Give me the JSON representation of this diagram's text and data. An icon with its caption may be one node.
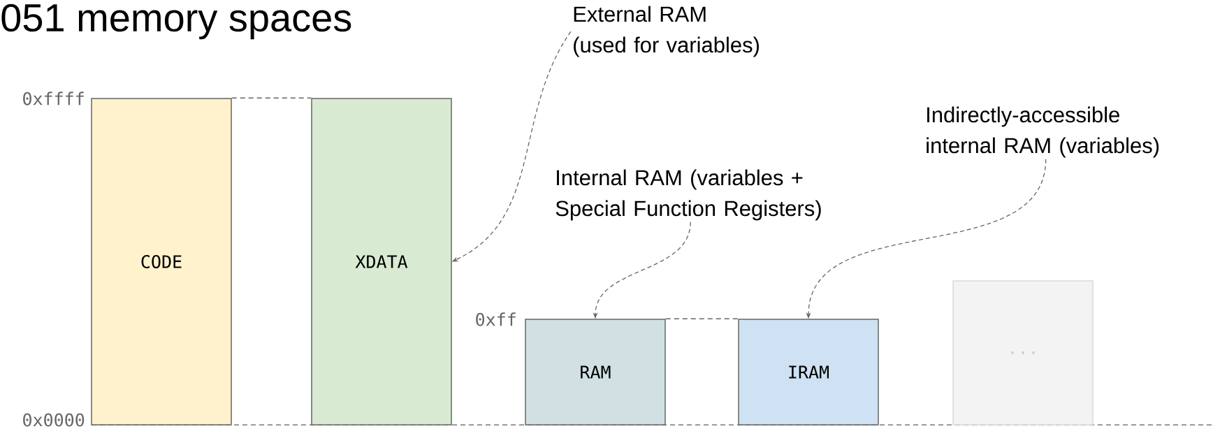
{
  "diagram": {
    "title": "051 memory spaces",
    "nodes": [
      {
        "text": [
          "CODE"
        ]
      },
      {
        "text": [
          "XDATA"
        ]
      },
      {
        "text": [
          "RAM"
        ]
      },
      {
        "text": [
          "IRAM"
        ]
      },
      {
        "text": [
          "..."
        ]
      },
      {
        "text": [
          "External RAM (used for variables)"
        ]
      },
      {
        "text": [
          "Internal RAM (variables + Special Function Registers)"
        ]
      },
      {
        "text": [
          "Indirectly-accessible internal RAM (variables)"
        ]
      }
    ],
    "edges": [
      {
        "from": 5,
        "to": 1,
        "arrow": "to"
      },
      {
        "from": 6,
        "to": 2,
        "arrow": "to"
      },
      {
        "from": 7,
        "to": 3,
        "arrow": "to"
      },
      {
        "from": 0,
        "to": 1,
        "arrow": "none"
      },
      {
        "from": 2,
        "to": 3,
        "arrow": "none"
      }
    ],
    "labels": [
      "0xffff",
      "0xff",
      "0x0000"
    ]
  }
}
